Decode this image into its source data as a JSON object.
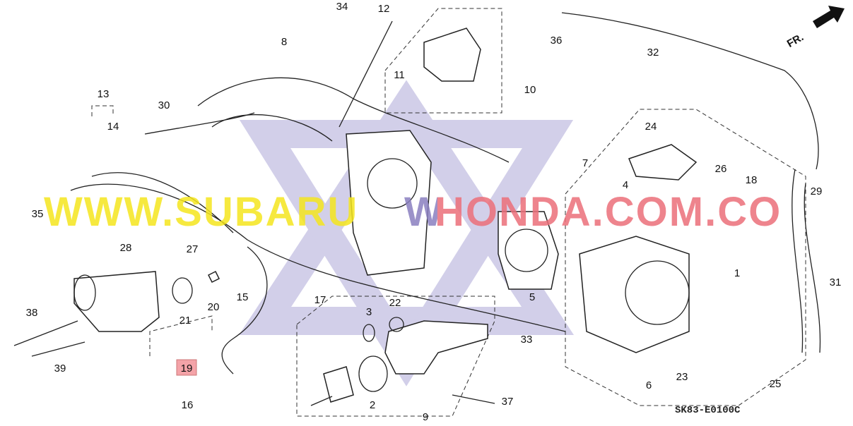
{
  "diagram": {
    "callouts": [
      "34",
      "12",
      "8",
      "36",
      "11",
      "10",
      "32",
      "13",
      "14",
      "30",
      "7",
      "24",
      "26",
      "18",
      "4",
      "29",
      "35",
      "28",
      "27",
      "15",
      "17",
      "5",
      "1",
      "31",
      "38",
      "21",
      "20",
      "3",
      "22",
      "19",
      "39",
      "33",
      "23",
      "6",
      "25",
      "16",
      "2",
      "9",
      "37"
    ],
    "highlighted_callout": "19",
    "direction_marker": "FR.",
    "drawing_code": "SK83-E0100C"
  },
  "watermark": {
    "part1": "WWW.SUBARU",
    "part2": "W",
    "part3": "HONDA.COM.CO",
    "colors": {
      "part1": "#f5e61e",
      "part2": "#8a7fc0",
      "part3": "#ec6f7a",
      "star": "#9c96d0"
    }
  },
  "colors": {
    "highlight_box": "#f4a3a8",
    "line_art": "#222222"
  }
}
